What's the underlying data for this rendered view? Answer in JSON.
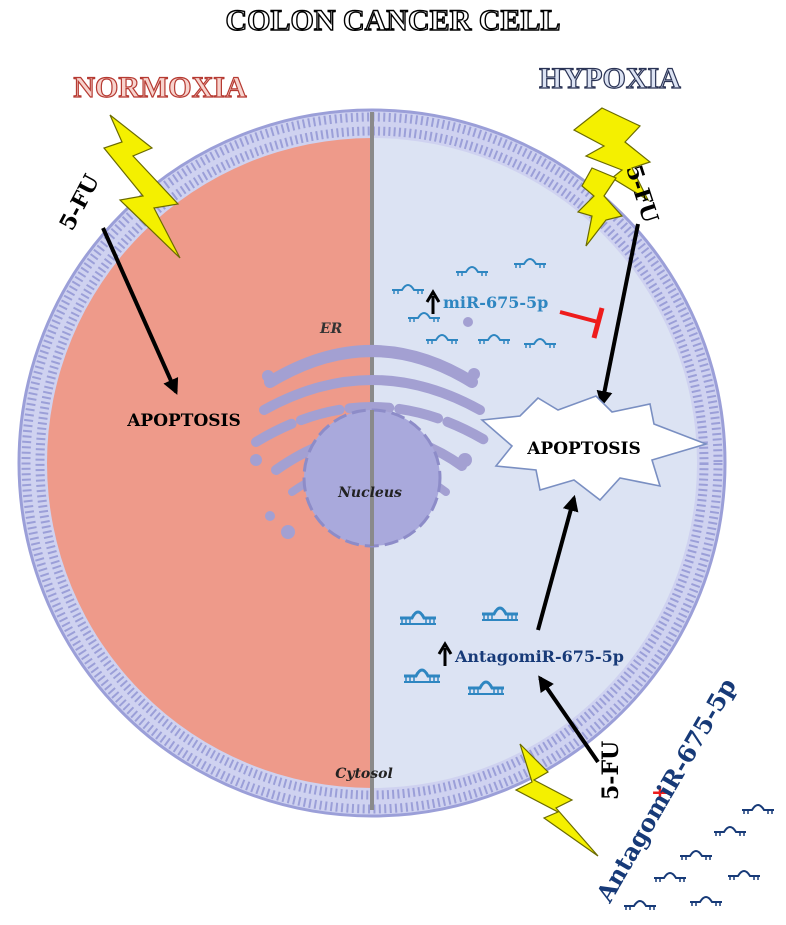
{
  "title": "COLON CANCER CELL",
  "left_condition": "NORMOXIA",
  "right_condition": "HYPOXIA",
  "labels": {
    "fu_left": "5-FU",
    "fu_right": "5-FU",
    "fu_bottom": "5-FU",
    "apoptosis_left": "APOPTOSIS",
    "apoptosis_right": "APOPTOSIS",
    "mir": "miR-675-5p",
    "antagomir_inside": "AntagomiR-675-5p",
    "antagomir_outside": "AntagomiR-675-5p",
    "plus": "+",
    "er": "ER",
    "nucleus": "Nucleus",
    "cytosol": "Cytosol"
  },
  "colors": {
    "normoxia_cytosol": "#ee9a8a",
    "hypoxia_cytosol": "#dce3f3",
    "membrane": "#9b9fd8",
    "nucleus": "#a9a9dc",
    "er": "#a3a0d2",
    "bolt": "#f4f000",
    "mirna": "#2e86c1",
    "inhibition": "#ee1c1c",
    "antagomir": "#173a78",
    "divider": "#8a8a8a"
  },
  "icons": {
    "stimulus": "lightning-bolt-icon",
    "mirna": "mirna-hairpin-icon",
    "up_regulation": "up-arrow-icon",
    "inhibition": "t-bar-inhibition-icon"
  }
}
